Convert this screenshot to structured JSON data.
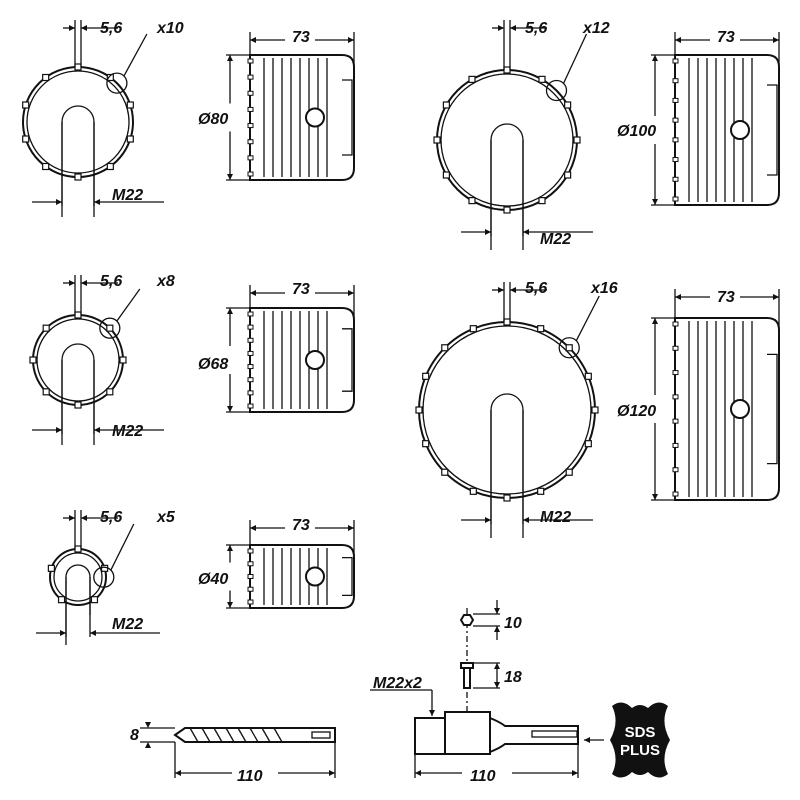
{
  "crowns": [
    {
      "diameter_label": "Ø80",
      "length_label": "73",
      "tooth_width_label": "5,6",
      "teeth_label": "x10",
      "thread_label": "M22",
      "teeth": 10
    },
    {
      "diameter_label": "Ø100",
      "length_label": "73",
      "tooth_width_label": "5,6",
      "teeth_label": "x12",
      "thread_label": "M22",
      "teeth": 12
    },
    {
      "diameter_label": "Ø68",
      "length_label": "73",
      "tooth_width_label": "5,6",
      "teeth_label": "x8",
      "thread_label": "M22",
      "teeth": 8
    },
    {
      "diameter_label": "Ø120",
      "length_label": "73",
      "tooth_width_label": "5,6",
      "teeth_label": "x16",
      "thread_label": "M22",
      "teeth": 16
    },
    {
      "diameter_label": "Ø40",
      "length_label": "73",
      "tooth_width_label": "5,6",
      "teeth_label": "x5",
      "thread_label": "M22",
      "teeth": 5
    }
  ],
  "drill_bit": {
    "diameter_label": "8",
    "length_label": "110"
  },
  "adapter": {
    "thread_label": "M22x2",
    "length_label": "110",
    "nut_label": "10",
    "screw_label": "18"
  },
  "logo": {
    "line1": "SDS",
    "line2": "PLUS"
  }
}
